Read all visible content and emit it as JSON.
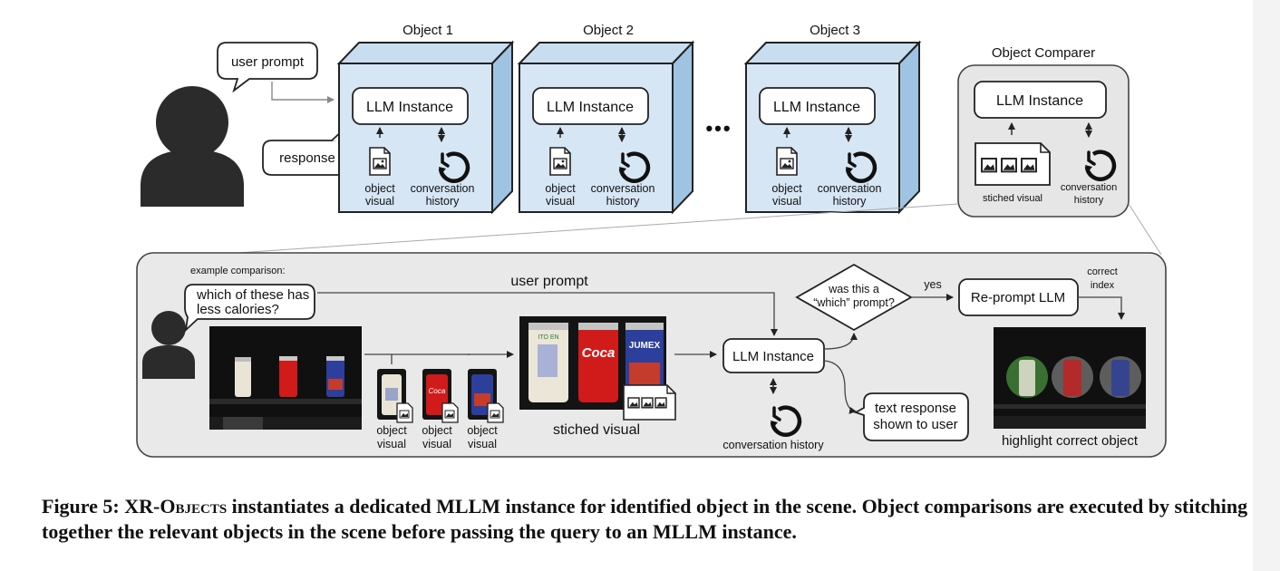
{
  "top": {
    "user_prompt_bubble": "user prompt",
    "response_bubble": "response",
    "objects": [
      {
        "title": "Object 1",
        "llm": "LLM Instance",
        "visual_line1": "object",
        "visual_line2": "visual",
        "history_line1": "conversation",
        "history_line2": "history"
      },
      {
        "title": "Object 2",
        "llm": "LLM Instance",
        "visual_line1": "object",
        "visual_line2": "visual",
        "history_line1": "conversation",
        "history_line2": "history"
      },
      {
        "title": "Object 3",
        "llm": "LLM Instance",
        "visual_line1": "object",
        "visual_line2": "visual",
        "history_line1": "conversation",
        "history_line2": "history"
      }
    ],
    "ellipsis": "•••",
    "comparer": {
      "title": "Object Comparer",
      "llm": "LLM Instance",
      "stitched_label": "stiched visual",
      "history_line1": "conversation",
      "history_line2": "history"
    }
  },
  "bottom": {
    "example_label": "example comparison:",
    "question_line1": "which of these has",
    "question_line2": "less calories?",
    "user_prompt_label": "user prompt",
    "crop_labels": [
      {
        "line1": "object",
        "line2": "visual"
      },
      {
        "line1": "object",
        "line2": "visual"
      },
      {
        "line1": "object",
        "line2": "visual"
      }
    ],
    "stitched_label": "stiched visual",
    "llm": "LLM Instance",
    "history_label": "conversation history",
    "decision_line1": "was this a",
    "decision_line2": "“which” prompt?",
    "yes_label": "yes",
    "reprompt": "Re-prompt LLM",
    "correct_line1": "correct",
    "correct_line2": "index",
    "text_response_line1": "text response",
    "text_response_line2": "shown to user",
    "highlight_label": "highlight correct object",
    "can_labels": {
      "can1": "ITO EN",
      "can2": "Coca",
      "can3": "JUMEX"
    }
  },
  "caption": {
    "lead": "Figure 5: XR-",
    "smallcaps": "Objects",
    "rest": " instantiates a dedicated MLLM instance for identified object in the scene. Object comparisons are executed by stitching together the relevant objects in the scene before passing the query to an MLLM instance."
  },
  "colors": {
    "cube_front": "#d6e6f5",
    "cube_side": "#9fc4e3",
    "panel_bg": "#e9e9e9",
    "highlight_green": "#5bbf4e"
  }
}
